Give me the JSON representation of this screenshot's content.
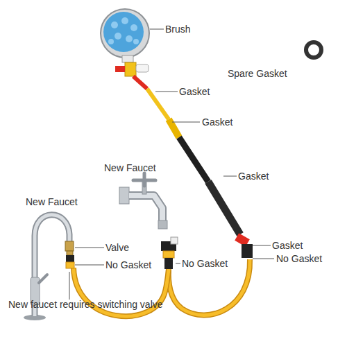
{
  "diagram": {
    "labels": [
      "Brush",
      "Spare Gasket",
      "Gasket",
      "Gasket",
      "New Faucet",
      "Gasket",
      "New Faucet",
      "Valve",
      "Gasket",
      "No Gasket",
      "No Gasket",
      "No Gasket",
      "New faucet requires switching valve"
    ]
  }
}
